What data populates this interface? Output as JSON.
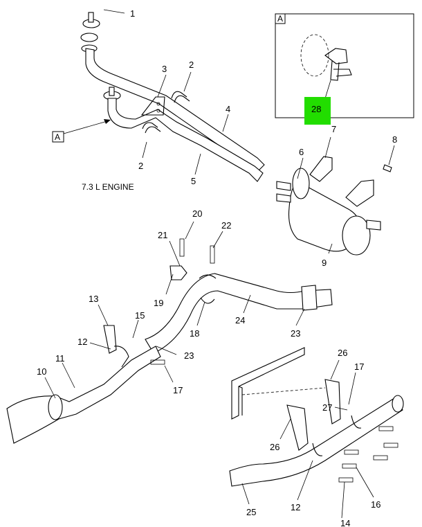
{
  "engine_label": "7.3 L ENGINE",
  "detail_view": {
    "letter": "A",
    "highlight_color": "#22dd00",
    "highlight_callout": "28"
  },
  "view_marker": {
    "letter": "A"
  },
  "callouts": {
    "c1": "1",
    "c2a": "2",
    "c2b": "2",
    "c3": "3",
    "c4": "4",
    "c5": "5",
    "c6": "6",
    "c7": "7",
    "c8": "8",
    "c9": "9",
    "c10": "10",
    "c11": "11",
    "c12a": "12",
    "c12b": "12",
    "c13": "13",
    "c14": "14",
    "c15": "15",
    "c16": "16",
    "c17a": "17",
    "c17b": "17",
    "c18": "18",
    "c19": "19",
    "c20": "20",
    "c21": "21",
    "c22": "22",
    "c23a": "23",
    "c23b": "23",
    "c24": "24",
    "c25": "25",
    "c26a": "26",
    "c26b": "26",
    "c27": "27"
  }
}
